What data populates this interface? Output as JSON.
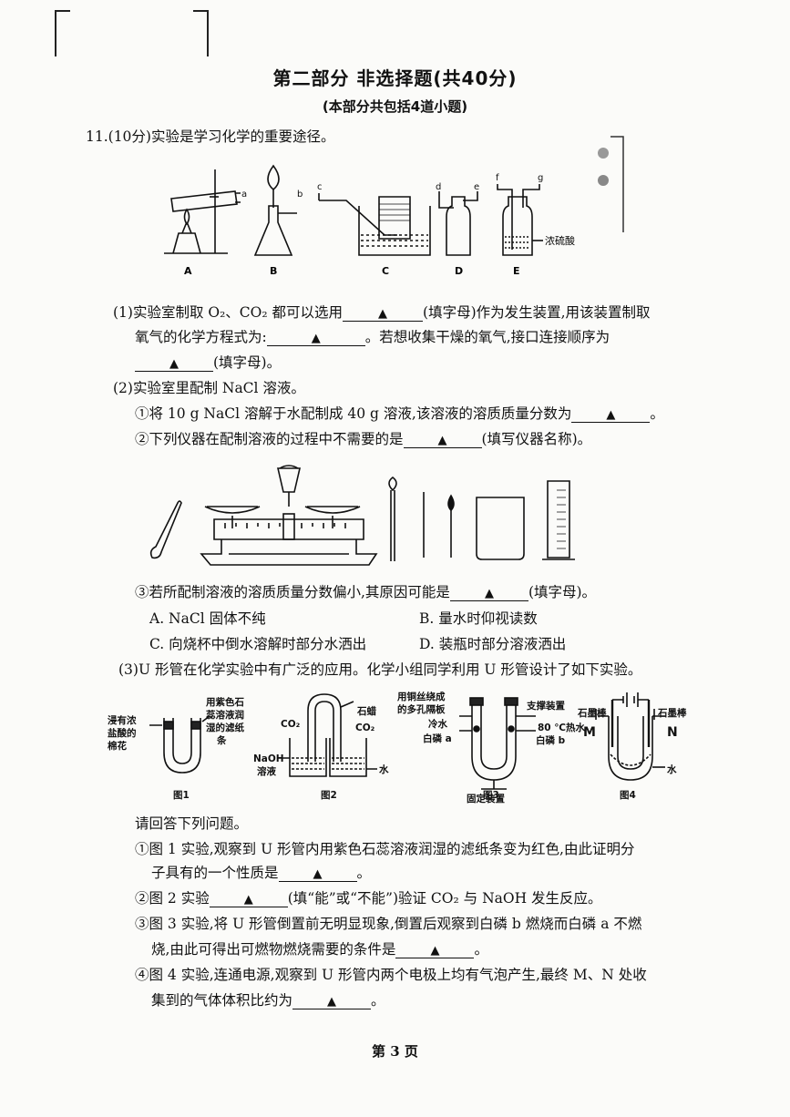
{
  "header": {
    "title": "第二部分 非选择题(共40分)",
    "subtitle": "(本部分共包括4道小题)"
  },
  "q11": {
    "intro": "11.(10分)实验是学习化学的重要途径。",
    "apparatus": {
      "labels": [
        "A",
        "B",
        "C",
        "D",
        "E"
      ],
      "ports": [
        "a",
        "b",
        "c",
        "d",
        "e",
        "f",
        "g"
      ],
      "acid_label": "浓硫酸"
    },
    "blank_mark": "▲",
    "p1": {
      "l1_pre": "(1)实验室制取 O₂、CO₂ 都可以选用",
      "l1_post": "(填字母)作为发生装置,用该装置制取",
      "l2_pre": "氧气的化学方程式为:",
      "l2_post": "。若想收集干燥的氧气,接口连接顺序为",
      "l3_post": "(填字母)。"
    },
    "p2": {
      "head": "(2)实验室里配制 NaCl 溶液。",
      "s1_pre": "①将 10 g NaCl 溶解于水配制成 40 g 溶液,该溶液的溶质质量分数为",
      "s1_post": "。",
      "s2_pre": "②下列仪器在配制溶液的过程中不需要的是",
      "s2_post": "(填写仪器名称)。",
      "s3_pre": "③若所配制溶液的溶质质量分数偏小,其原因可能是",
      "s3_post": "(填字母)。",
      "options": [
        "A.  NaCl 固体不纯",
        "B.  量水时仰视读数",
        "C.  向烧杯中倒水溶解时部分水洒出",
        "D.  装瓶时部分溶液洒出"
      ]
    },
    "p3": {
      "head": "(3)U 形管在化学实验中有广泛的应用。化学小组同学利用 U 形管设计了如下实验。",
      "fig_labels": [
        "图1",
        "图2",
        "图3",
        "图4"
      ],
      "fig1": {
        "left": [
          "浸有浓",
          "盐酸的",
          "棉花"
        ],
        "right": [
          "用紫色石",
          "蕊溶液润",
          "湿的滤纸",
          "条"
        ]
      },
      "fig2": {
        "co2_left": "CO₂",
        "co2_right": "CO₂",
        "wax": "石蜡",
        "naoh": [
          "NaOH",
          "溶液"
        ],
        "water": "水"
      },
      "fig3": {
        "plate": [
          "用铜丝绕成",
          "的多孔隔板"
        ],
        "cold": "冷水",
        "p_a": "白磷 a",
        "support": "支撑装置",
        "hot": "80 ℃热水",
        "p_b": "白磷 b",
        "fixed": "固定装置"
      },
      "fig4": {
        "electrode_left": "石墨棒",
        "electrode_right": "石墨棒",
        "m": "M",
        "n": "N",
        "water": "水"
      },
      "ask": "请回答下列问题。",
      "q1_l1": "①图 1 实验,观察到 U 形管内用紫色石蕊溶液润湿的滤纸条变为红色,由此证明分",
      "q1_l2_pre": "子具有的一个性质是",
      "q1_l2_post": "。",
      "q2_pre": "②图 2 实验",
      "q2_post": "(填“能”或“不能”)验证 CO₂ 与 NaOH 发生反应。",
      "q3_l1": "③图 3 实验,将 U 形管倒置前无明显现象,倒置后观察到白磷 b 燃烧而白磷 a 不燃",
      "q3_l2_pre": "烧,由此可得出可燃物燃烧需要的条件是",
      "q3_l2_post": "。",
      "q4_l1": "④图 4 实验,连通电源,观察到 U 形管内两个电极上均有气泡产生,最终 M、N 处收",
      "q4_l2_pre": "集到的气体体积比约为",
      "q4_l2_post": "。"
    }
  },
  "footer": {
    "page": "第 3 页"
  }
}
